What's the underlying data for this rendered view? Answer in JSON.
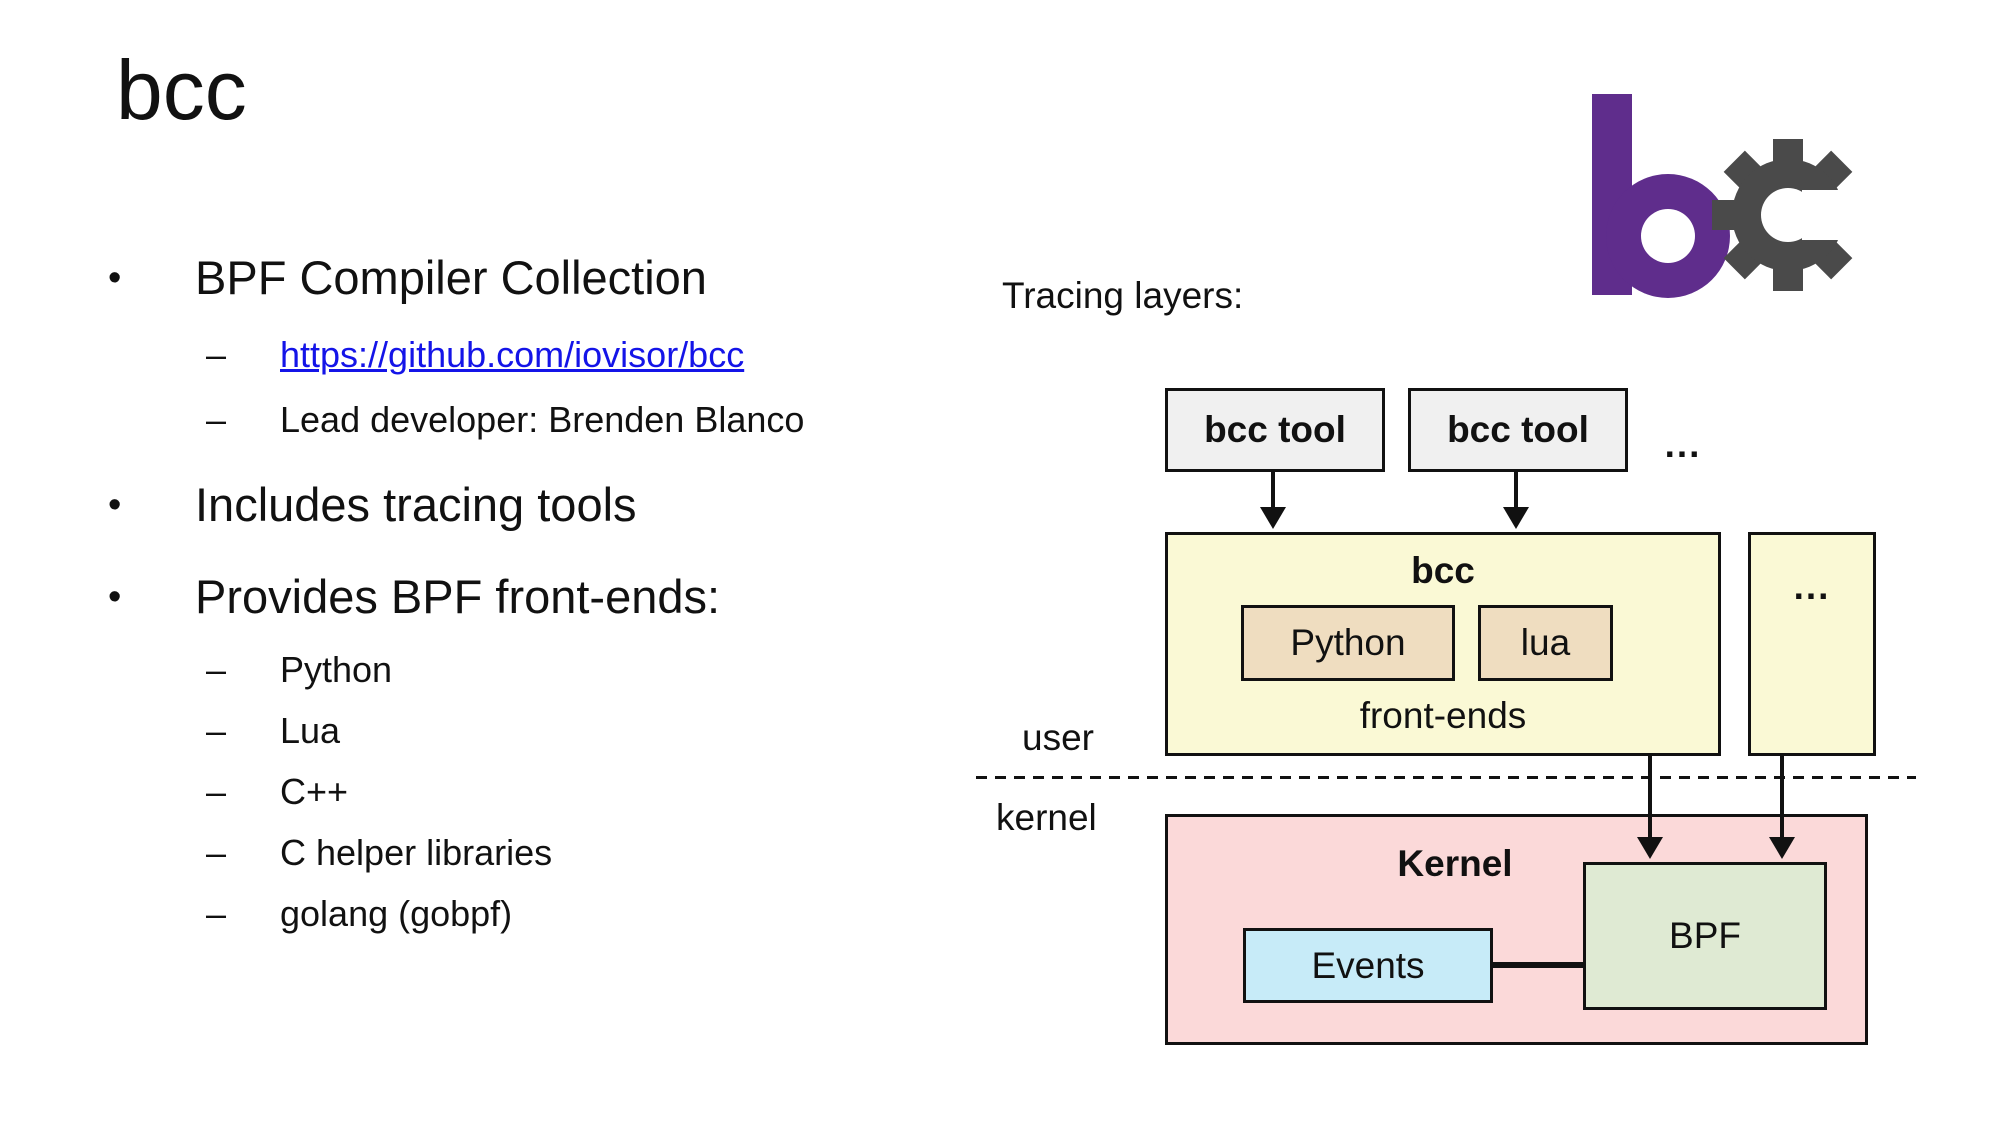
{
  "slide": {
    "title": "bcc"
  },
  "markers": {
    "bullet": "•",
    "dash": "–"
  },
  "bullets": {
    "level1": [
      "BPF Compiler Collection",
      "Includes tracing tools",
      "Provides BPF front-ends:"
    ],
    "link": "https://github.com/iovisor/bcc",
    "lead_developer": "Lead developer: Brenden Blanco",
    "frontends": [
      "Python",
      "Lua",
      "C++",
      "C helper libraries",
      "golang (gobpf)"
    ]
  },
  "diagram": {
    "heading": "Tracing layers:",
    "tool_boxes": [
      "bcc tool",
      "bcc tool"
    ],
    "tools_more": "...",
    "bcc_box": {
      "title": "bcc",
      "python": "Python",
      "lua": "lua",
      "caption": "front-ends"
    },
    "more_box": "...",
    "boundary": {
      "user": "user",
      "kernel": "kernel"
    },
    "kernel_box": {
      "title": "Kernel",
      "events": "Events",
      "bpf": "BPF"
    }
  },
  "colors": {
    "text": "#111111",
    "link_blue": "#1414E8",
    "logo_purple": "#5F2D8C",
    "logo_gear_gray": "#4A4A4A",
    "tool_fill": "#F0F0F0",
    "bcc_fill": "#FAF9D5",
    "frontend_fill": "#EFDDC0",
    "kernel_fill": "#FBD9D9",
    "bpf_fill": "#DFEAD3",
    "events_fill": "#C7EBF8"
  }
}
